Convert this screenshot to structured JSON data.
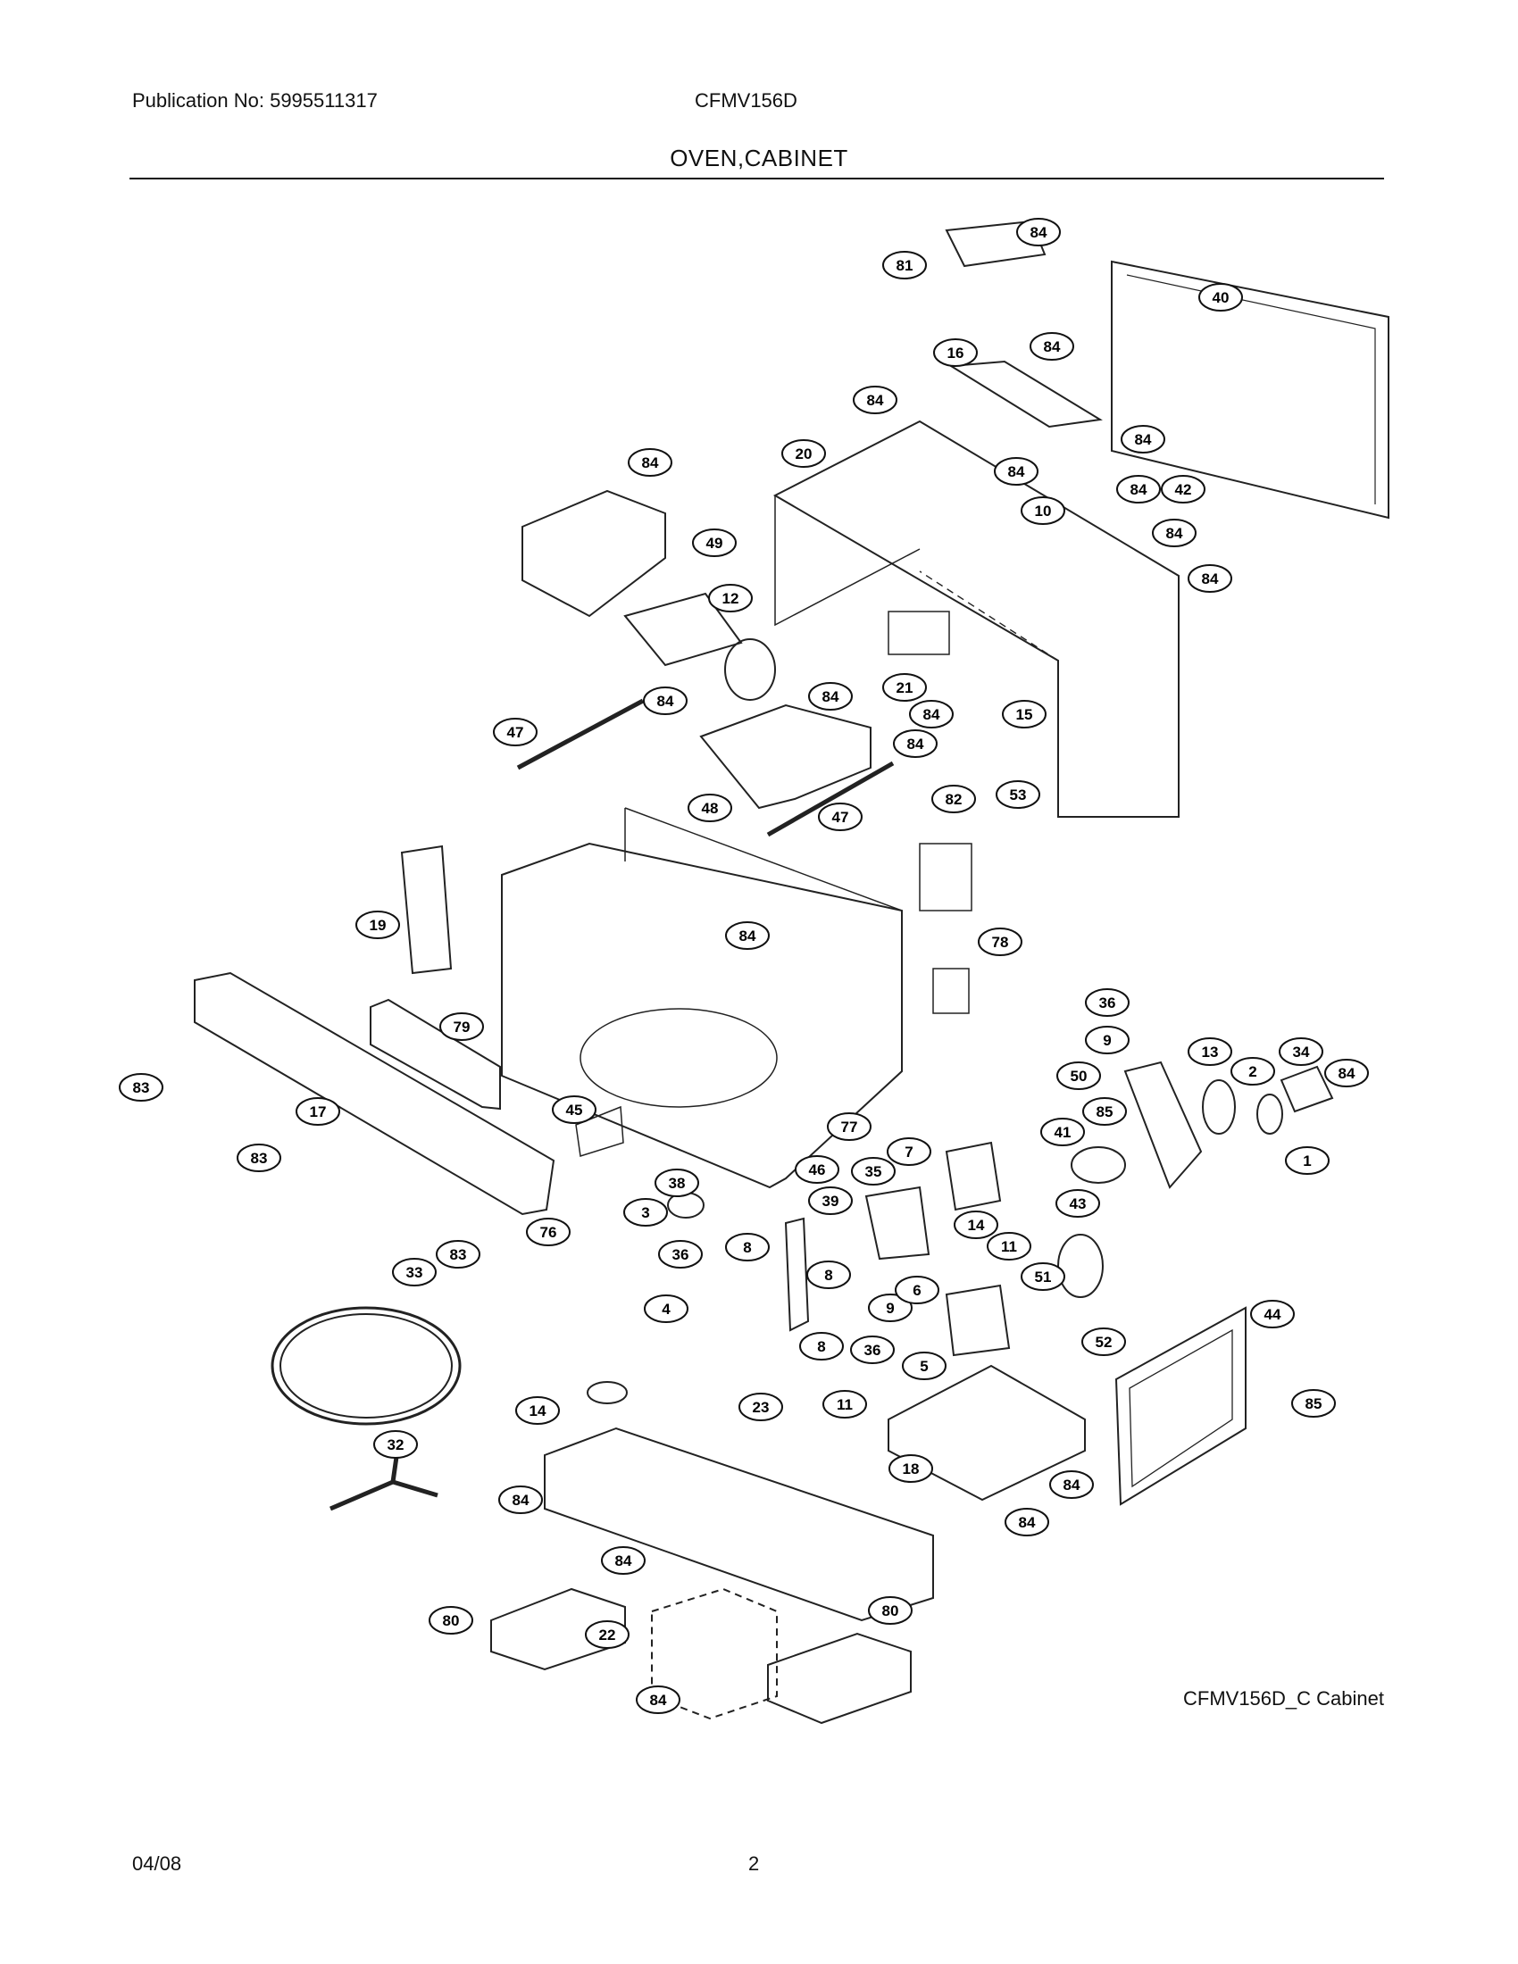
{
  "header": {
    "publication": "Publication No: 5995511317",
    "model": "CFMV156D",
    "section_title": "OVEN,CABINET"
  },
  "diagram": {
    "caption": "CFMV156D_C Cabinet",
    "callouts": [
      "84",
      "81",
      "40",
      "16",
      "84",
      "84",
      "84",
      "20",
      "84",
      "84",
      "42",
      "10",
      "84",
      "84",
      "84",
      "49",
      "12",
      "84",
      "21",
      "84",
      "84",
      "15",
      "47",
      "84",
      "53",
      "48",
      "47",
      "82",
      "19",
      "84",
      "78",
      "36",
      "79",
      "9",
      "13",
      "34",
      "83",
      "50",
      "2",
      "84",
      "85",
      "17",
      "45",
      "77",
      "41",
      "7",
      "83",
      "46",
      "35",
      "43",
      "38",
      "39",
      "1",
      "3",
      "14",
      "11",
      "76",
      "36",
      "83",
      "33",
      "8",
      "4",
      "8",
      "9",
      "6",
      "51",
      "8",
      "36",
      "5",
      "52",
      "44",
      "14",
      "23",
      "11",
      "85",
      "18",
      "84",
      "32",
      "84",
      "84",
      "84",
      "80",
      "22",
      "80",
      "84"
    ]
  },
  "footer": {
    "date": "04/08",
    "page": "2"
  }
}
